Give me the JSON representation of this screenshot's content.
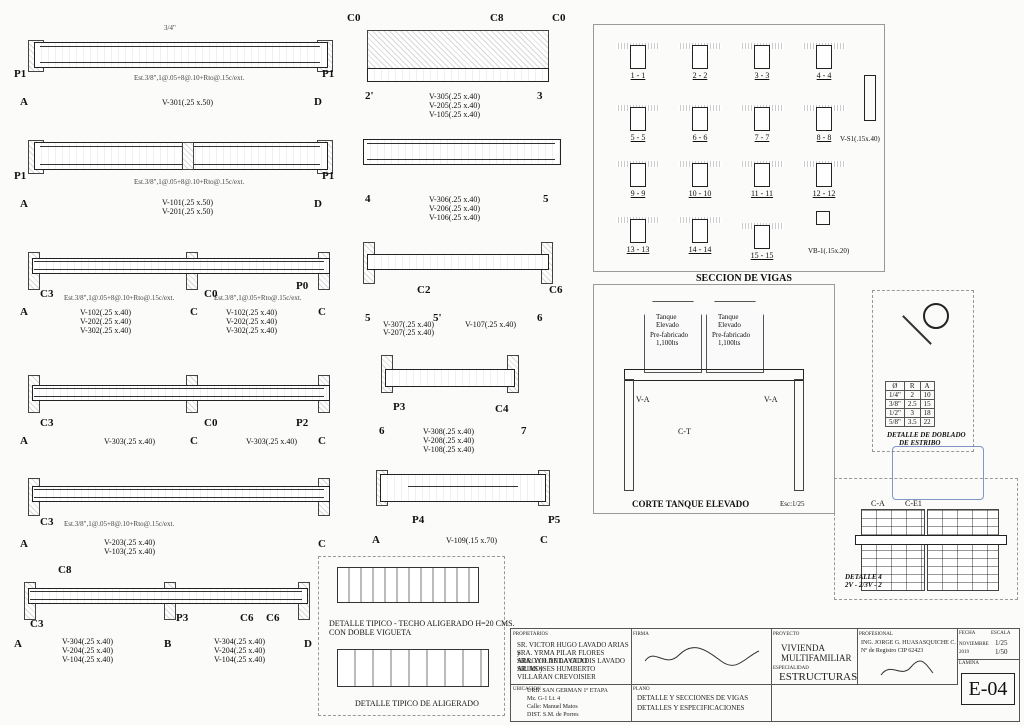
{
  "beams_left": [
    {
      "name": "V-301(.25 x.50)",
      "left_axis": "A",
      "right_axis": "D",
      "left_col": "P1",
      "right_col": "P1"
    },
    {
      "name": "V-101(.25 x.50)",
      "name2": "V-201(.25 x.50)",
      "left_axis": "A",
      "right_axis": "D",
      "left_col": "P1",
      "right_col": "P1"
    },
    {
      "name": "V-102(.25 x.40)",
      "name2": "V-202(.25 x.40)",
      "name3": "V-302(.25 x.40)",
      "name4": "V-102(.25 x.40)",
      "name5": "V-202(.25 x.40)",
      "name6": "V-302(.25 x.40)",
      "left_axis": "A",
      "mid_axis": "C",
      "right_axis": "C",
      "col_a": "C3",
      "col_b": "C0",
      "col_c": "P0"
    },
    {
      "name": "V-303(.25 x.40)",
      "name2": "V-303(.25 x.40)",
      "left_axis": "A",
      "mid_axis": "C",
      "right_axis": "C",
      "col_a": "C3",
      "col_b": "C0",
      "col_c": "P2"
    },
    {
      "name": "V-203(.25 x.40)",
      "name2": "V-103(.25 x.40)",
      "left_axis": "A",
      "right_axis": "C",
      "col_a": "C3"
    },
    {
      "name": "V-304(.25 x.40)",
      "name2": "V-204(.25 x.40)",
      "name3": "V-104(.25 x.40)",
      "name4": "V-304(.25 x.40)",
      "name5": "V-204(.25 x.40)",
      "name6": "V-104(.25 x.40)",
      "left_axis": "A",
      "mid_axis": "B",
      "right_axis": "D",
      "col_a": "C3",
      "col_b": "C8",
      "col_c": "P3",
      "col_d": "C6",
      "col_e": "C6"
    }
  ],
  "beams_mid": [
    {
      "name": "V-305(.25 x.40)",
      "name2": "V-205(.25 x.40)",
      "name3": "V-105(.25 x.40)",
      "left_axis": "2'",
      "right_axis": "3",
      "top_l": "C0",
      "top_m": "C8",
      "top_r": "C0"
    },
    {
      "name": "V-306(.25 x.40)",
      "name2": "V-206(.25 x.40)",
      "name3": "V-106(.25 x.40)",
      "left_axis": "4",
      "right_axis": "5"
    },
    {
      "name": "V-307(.25 x.40)",
      "name2": "V-207(.25 x.40)",
      "name3": "V-107(.25 x.40)",
      "left_axis": "5",
      "mid_axis": "5'",
      "right_axis": "6",
      "col_a": "C2",
      "col_b": "C6"
    },
    {
      "name": "V-308(.25 x.40)",
      "name2": "V-208(.25 x.40)",
      "name3": "V-108(.25 x.40)",
      "left_axis": "6",
      "right_axis": "7",
      "col_a": "P3",
      "col_b": "C4"
    },
    {
      "name": "V-109(.15 x.70)",
      "left_axis": "A",
      "right_axis": "C",
      "col_a": "P4",
      "col_b": "P5"
    }
  ],
  "sections": {
    "title": "SECCION DE VIGAS",
    "items": [
      "1 - 1",
      "2 - 2",
      "3 - 3",
      "4 - 4",
      "5 - 5",
      "6 - 6",
      "7 - 7",
      "8 - 8",
      "9 - 9",
      "10 - 10",
      "11 - 11",
      "12 - 12",
      "13 - 13",
      "14 - 14",
      "15 - 15"
    ],
    "vs1": "V-S1(.15x.40)",
    "vb1": "VB-1(.15x.20)"
  },
  "tank": {
    "title": "CORTE TANQUE ELEVADO",
    "scale": "Esc:1/25",
    "tank1": [
      "Tanque",
      "Elevado",
      "Pre-fabricado",
      "1,100lts"
    ],
    "tank2": [
      "Tanque",
      "Elevado",
      "Pre-fabricado",
      "1,100lts"
    ],
    "label_va": "V-A",
    "label_ct": "C-T"
  },
  "stirrup": {
    "title": [
      "DETALLE DE DOBLADO",
      "DE ESTRIBO"
    ],
    "headers": [
      "Ø",
      "R",
      "A"
    ],
    "rows": [
      [
        "1/4\"",
        "2",
        "10"
      ],
      [
        "3/8\"",
        "2.5",
        "15"
      ],
      [
        "1/2\"",
        "3",
        "18"
      ],
      [
        "5/8\"",
        "3.5",
        "22"
      ]
    ]
  },
  "detail4": {
    "title": "DETALLE 4",
    "sub": "2V - 2/3V - 2",
    "labels": [
      "C-A",
      "C-E1"
    ]
  },
  "slab": {
    "title1": [
      "DETALLE TIPICO - TECHO ALIGERADO H=20 CMS.",
      "CON DOBLE VIGUETA"
    ],
    "title2": "DETALLE TIPICO DE ALIGERADO"
  },
  "title_block": {
    "owner_label": "PROPIETARIOS",
    "owners": [
      "SR. VICTOR HUGO LAVADO ARIAS y",
      "SRA. YRMA PILAR FLORES ARROYO DE LAVADO",
      "SRA. YOLANDA GLADIS LAVADO ARIAS y",
      "SR. MOISES HUMBERTO VILLARAN CREVOISIER"
    ],
    "sign_label": "FIRMA",
    "project_label": "PROYECTO",
    "project": [
      "VIVIENDA",
      "MULTIFAMILIAR"
    ],
    "specialty_label": "ESPECIALIDAD",
    "specialty": "ESTRUCTURAS",
    "location_label": "UBICACION",
    "location": [
      "URB. SAN GERMAN 1º ETAPA",
      "Mz. G-1 Lt. 4",
      "Calle: Manuel Matos",
      "DIST. S.M. de Porres"
    ],
    "plan_label": "PLANO",
    "plan": [
      "DETALLE Y SECCIONES DE VIGAS",
      "DETALLES Y ESPECIFICACIONES"
    ],
    "professional_label": "PROFESIONAL",
    "professional": [
      "ING. JORGE G. HUASASQUICHE C.",
      "Nº de Registro CIP 62423"
    ],
    "date_label": "FECHA",
    "date": "NOVIEMBRE 2019",
    "scale_label": "ESCALA",
    "scale": [
      "1/25",
      "1/50"
    ],
    "sheet_label": "LAMINA",
    "sheet": "E-04"
  }
}
